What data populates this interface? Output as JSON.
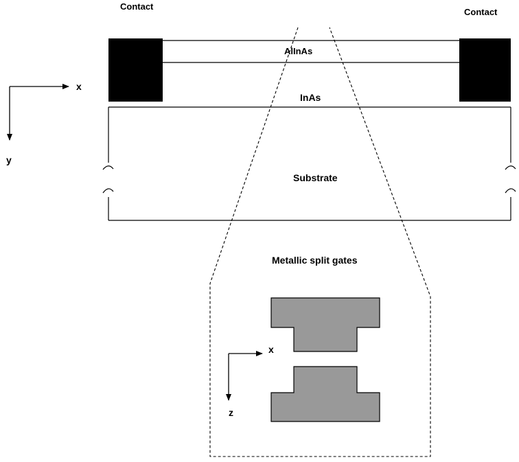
{
  "labels": {
    "contact_left": "Contact",
    "contact_right": "Contact",
    "allnas": "AlInAs",
    "inas": "InAs",
    "substrate": "Substrate",
    "split_gates_title": "Metallic split gates"
  },
  "axes_main": {
    "x_label": "x",
    "y_label": "y"
  },
  "axes_inset": {
    "x_label": "x",
    "z_label": "z"
  },
  "colors": {
    "contact": "#000000",
    "gate_fill": "#999999",
    "line": "#000000",
    "background": "#ffffff"
  }
}
